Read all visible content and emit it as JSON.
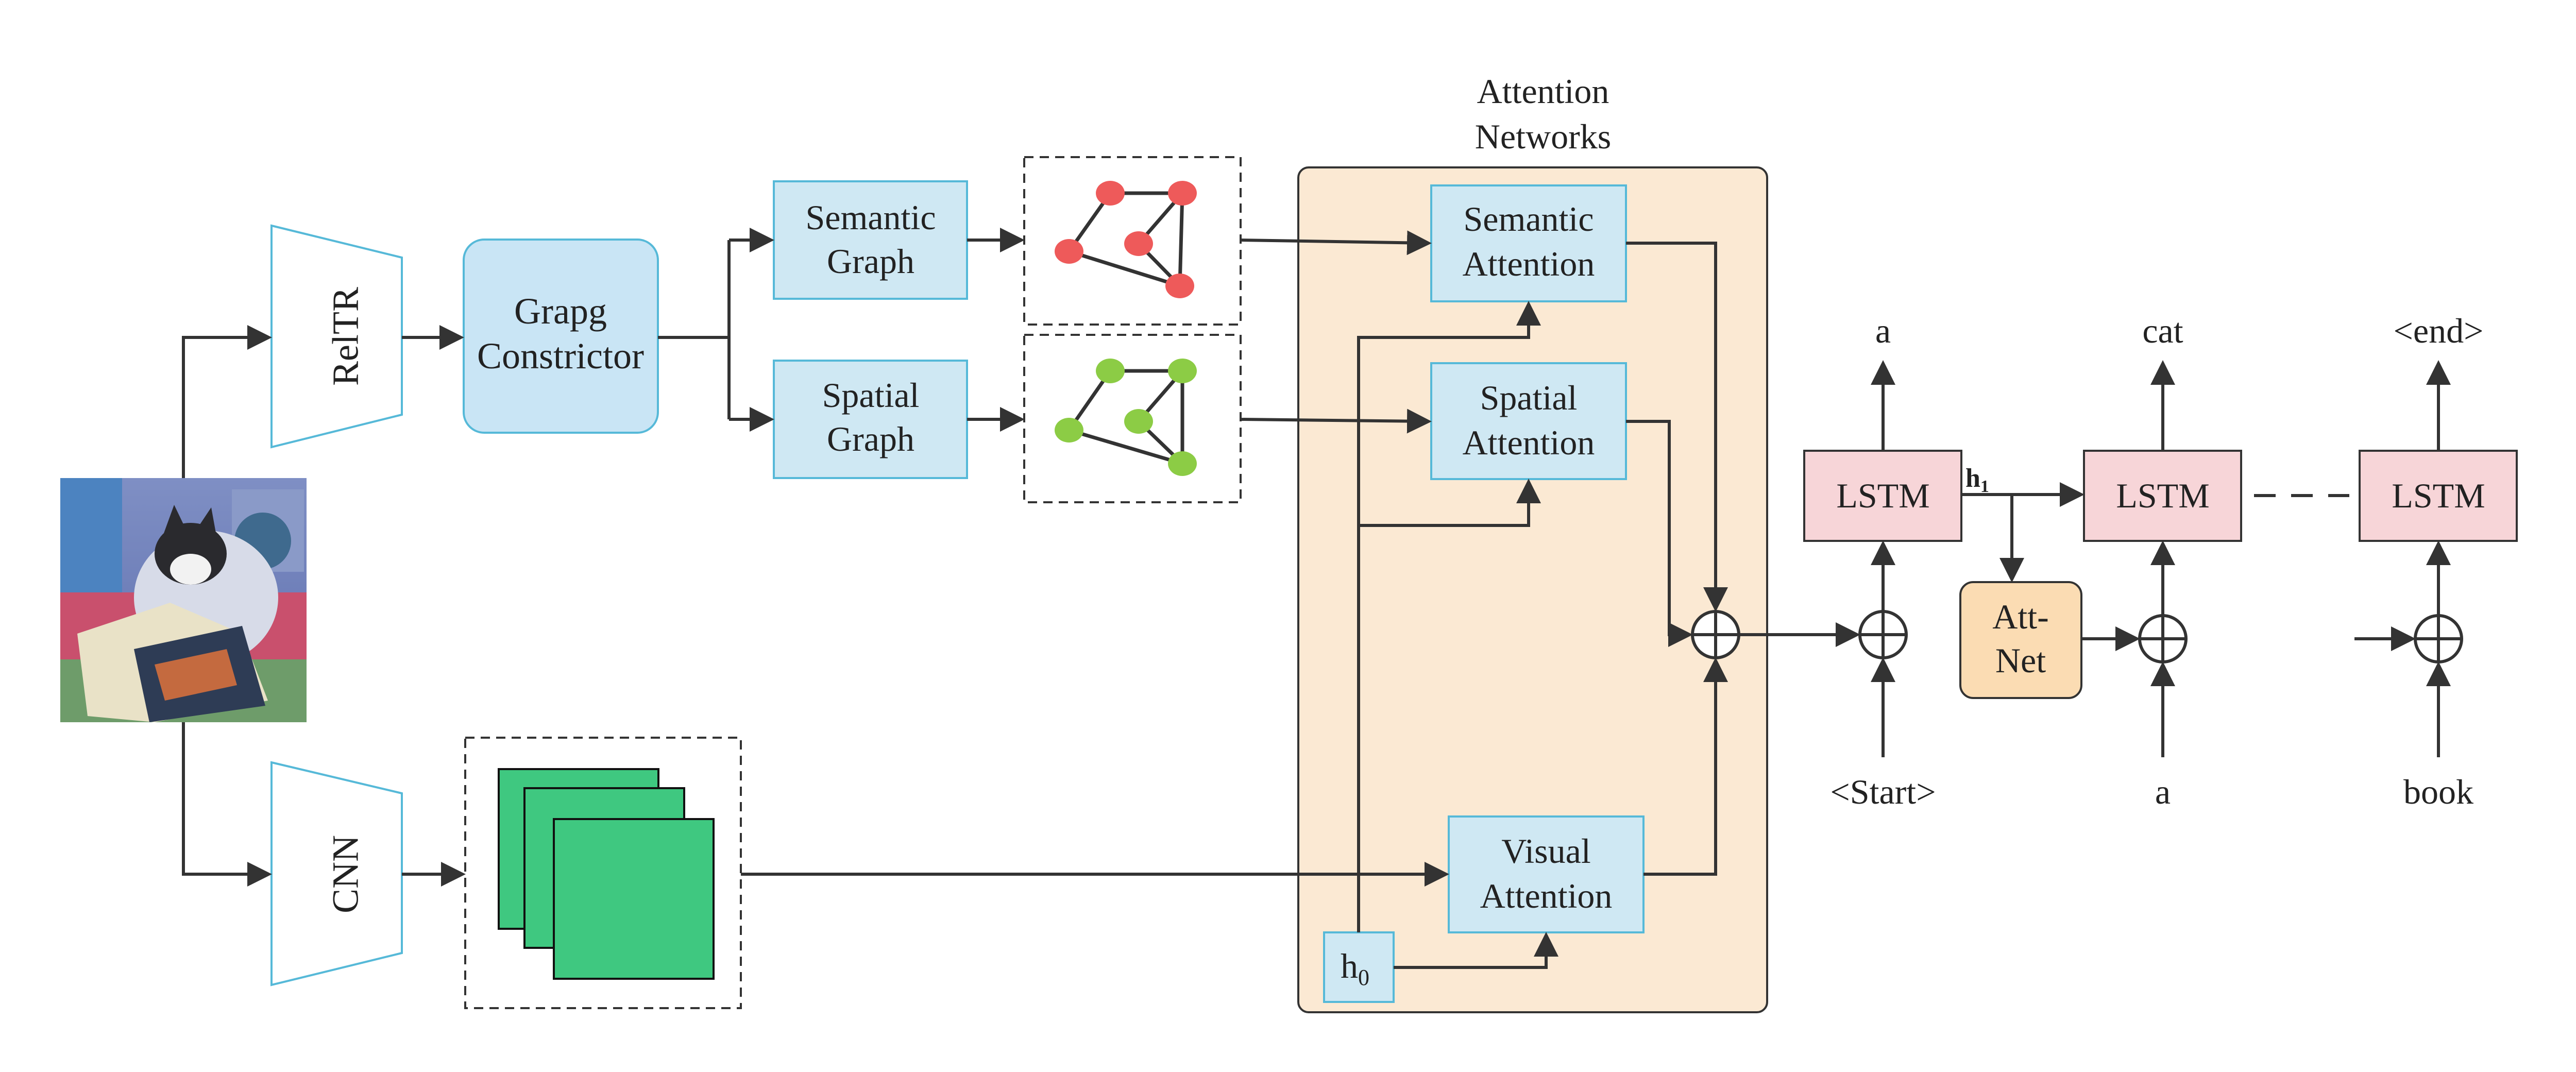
{
  "attention_title": [
    "Attention",
    "Networks"
  ],
  "encoders": {
    "reltr": "RelTR",
    "cnn": "CNN"
  },
  "constructor": [
    "Grapg",
    "Constrictor"
  ],
  "semantic_graph": [
    "Semantic",
    "Graph"
  ],
  "spatial_graph": [
    "Spatial",
    "Graph"
  ],
  "semantic_attention": [
    "Semantic",
    "Attention"
  ],
  "spatial_attention": [
    "Spatial",
    "Attention"
  ],
  "visual_attention": [
    "Visual",
    "Attention"
  ],
  "h0": {
    "base": "h",
    "sub": "0"
  },
  "h1": {
    "base": "h",
    "sub": "1"
  },
  "att_net": [
    "Att-",
    "Net"
  ],
  "lstm": [
    "LSTM",
    "LSTM",
    "LSTM"
  ],
  "outputs": [
    "a",
    "cat",
    "<end>"
  ],
  "inputs": [
    "<Start>",
    "a",
    "book"
  ],
  "colors": {
    "box_fill": "#cfe8f3",
    "box_stroke": "#56b9d8",
    "constructor_fill": "#c9e5f5",
    "attention_bg": "#fbe9d3",
    "lstm_fill": "#f7d5d8",
    "attnet_fill": "#fbdcb3",
    "semantic_node": "#ee5a5a",
    "spatial_node": "#8ccc45",
    "feature_map": "#3fc880"
  }
}
